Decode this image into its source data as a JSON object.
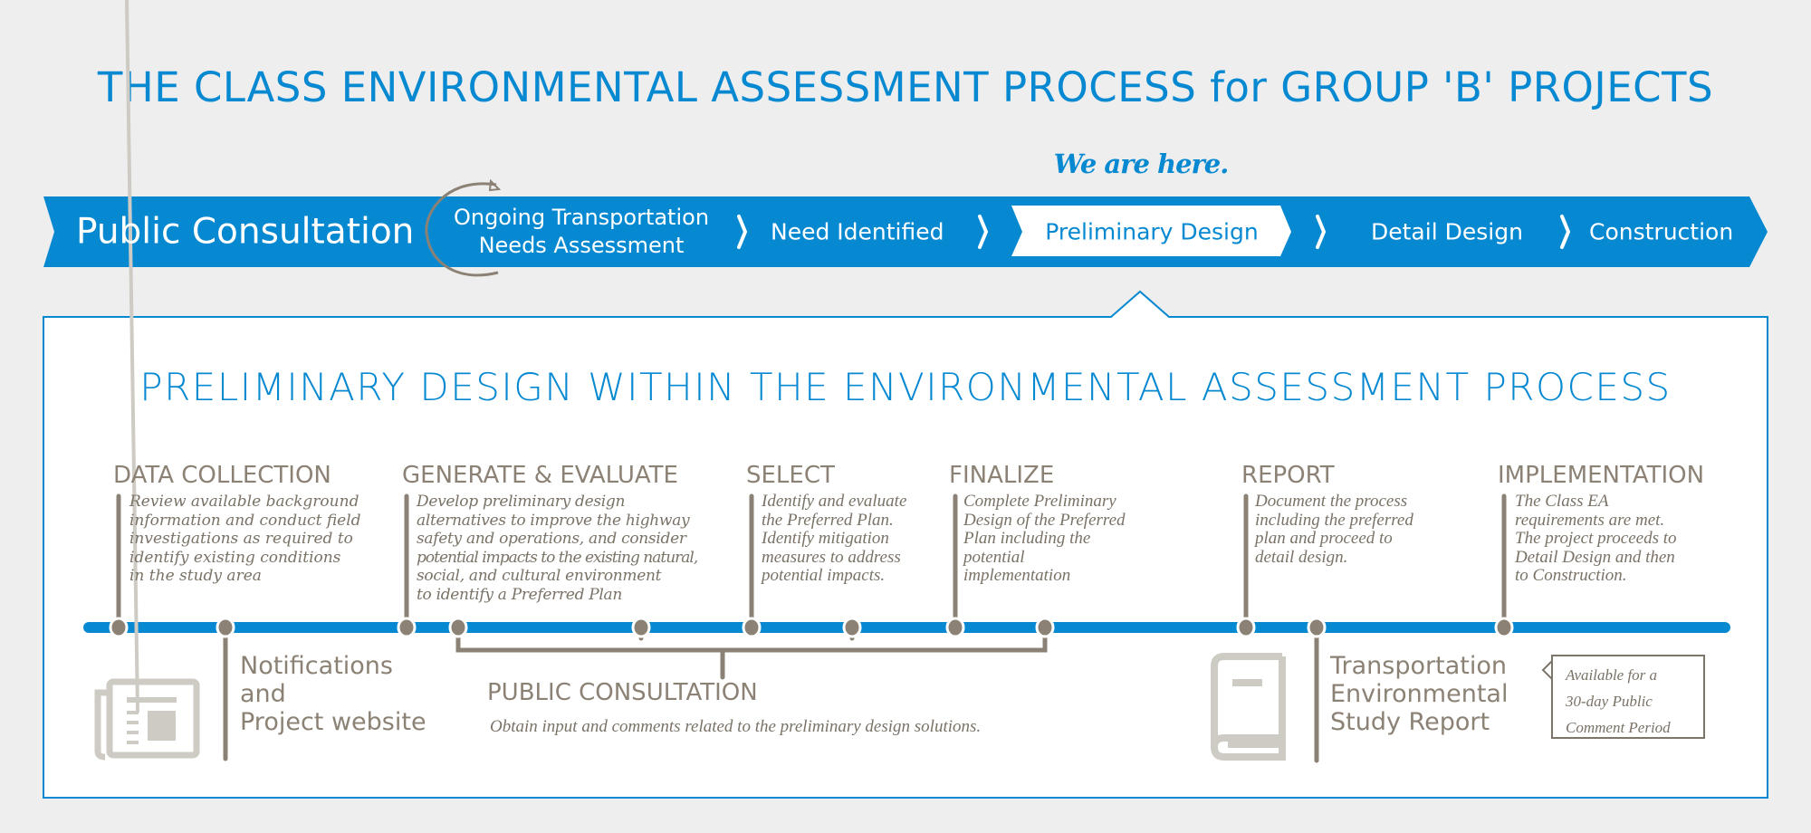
{
  "title": "THE CLASS ENVIRONMENTAL ASSESSMENT PROCESS for GROUP 'B' PROJECTS",
  "indicator": "We are here.",
  "banner": {
    "public_consultation": "Public Consultation",
    "ongoing_line1": "Ongoing Transportation",
    "ongoing_line2": "Needs Assessment",
    "steps": [
      "Need Identified",
      "Preliminary Design",
      "Detail Design",
      "Construction"
    ],
    "active_step": "Preliminary Design"
  },
  "section_title": "PRELIMINARY DESIGN WITHIN THE ENVIRONMENTAL ASSESSMENT PROCESS",
  "stages": [
    {
      "title": "DATA COLLECTION",
      "lines": [
        "Review available background",
        "information and conduct field",
        "investigations as required to",
        "identify existing conditions",
        "in the study area"
      ]
    },
    {
      "title": "GENERATE & EVALUATE",
      "lines": [
        "Develop preliminary design",
        "alternatives to improve the highway",
        "safety and operations, and consider",
        "potential impacts to the existing natural,",
        "social, and cultural environment",
        "to identify a Preferred Plan"
      ]
    },
    {
      "title": "SELECT",
      "lines": [
        "Identify and evaluate",
        "the Preferred Plan.",
        "Identify mitigation",
        "measures to address",
        "potential impacts."
      ]
    },
    {
      "title": "FINALIZE",
      "lines": [
        "Complete Preliminary",
        "Design of the Preferred",
        "Plan including the",
        "potential",
        "implementation"
      ]
    },
    {
      "title": "REPORT",
      "lines": [
        "Document the process",
        "including the preferred",
        "plan and proceed to",
        "detail design."
      ]
    },
    {
      "title": "IMPLEMENTATION",
      "lines": [
        "The Class EA",
        "requirements are met.",
        "The project proceeds to",
        "Detail Design and then",
        "to Construction."
      ]
    }
  ],
  "notifications": [
    "Notifications",
    "and",
    "Project website"
  ],
  "public_consultation": {
    "title": "PUBLIC CONSULTATION",
    "description": "Obtain input and comments related to the preliminary design solutions."
  },
  "report": [
    "Transportation",
    "Environmental",
    "Study Report"
  ],
  "callout": [
    "Available for a",
    "30-day Public",
    "Comment Period"
  ],
  "colors": {
    "blue": "#0789d2",
    "gray": "#8b8275",
    "icon": "#cecbc5",
    "background": "#eeeeee"
  }
}
